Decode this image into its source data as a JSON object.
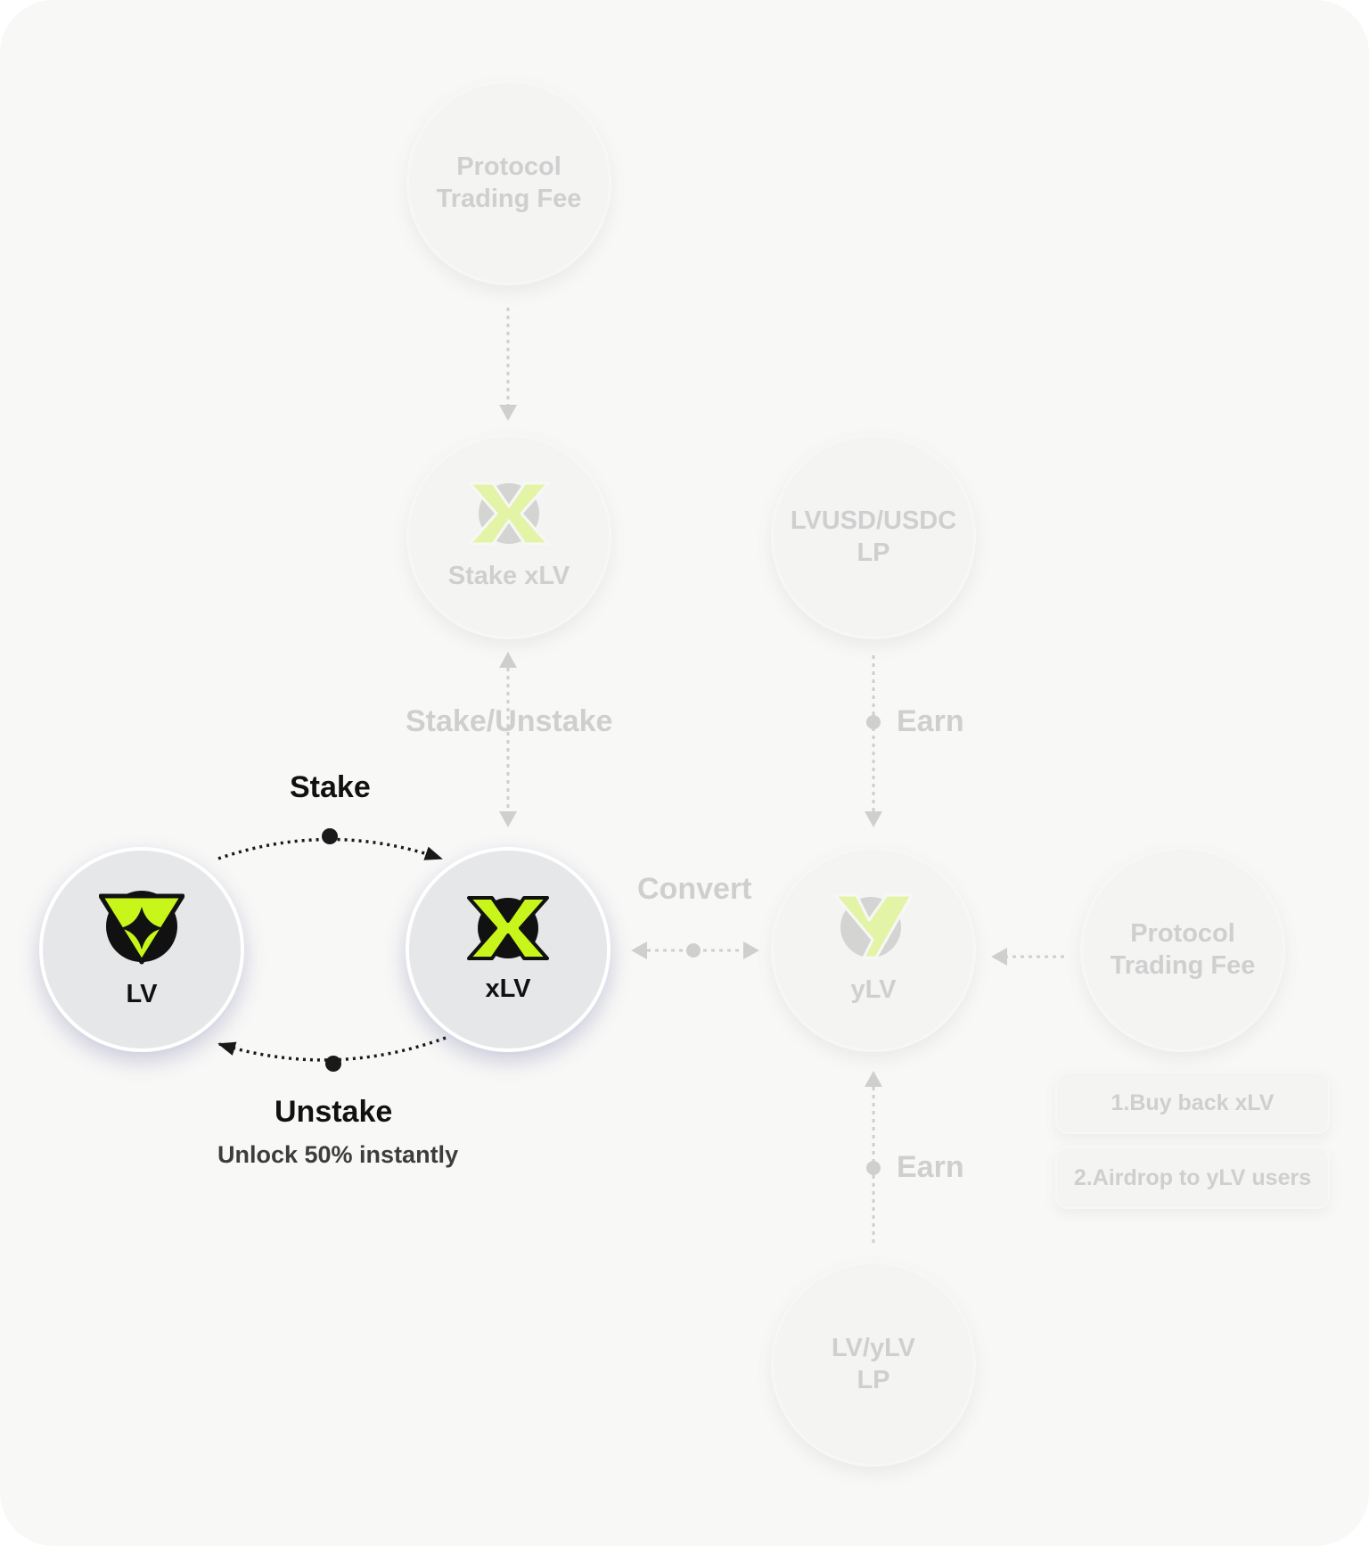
{
  "nodes": {
    "fee_top": {
      "line1": "Protocol",
      "line2": "Trading Fee"
    },
    "stake_xlv": {
      "label": "Stake xLV"
    },
    "lvusd_lp": {
      "line1": "LVUSD/USDC",
      "line2": "LP"
    },
    "lv": {
      "label": "LV"
    },
    "xlv": {
      "label": "xLV"
    },
    "ylv": {
      "label": "yLV"
    },
    "fee_right": {
      "line1": "Protocol",
      "line2": "Trading Fee"
    },
    "lv_ylv_lp": {
      "line1": "LV/yLV",
      "line2": "LP"
    }
  },
  "labels": {
    "stake_unstake": "Stake/Unstake",
    "earn_top": "Earn",
    "earn_bottom": "Earn",
    "stake": "Stake",
    "unstake": "Unstake",
    "unlock": "Unlock 50% instantly",
    "convert": "Convert"
  },
  "fee_uses": [
    "1.Buy back xLV",
    "2.Airdrop to yLV users"
  ],
  "colors": {
    "panel": "#f8f8f7",
    "accent_green": "#c8f51a",
    "faded_text": "#cfcfcf",
    "dark_text": "#111111",
    "active_node": "#e6e7e9",
    "faded_node": "#f4f4f3"
  },
  "icons": {
    "lv": "lv-logo-icon",
    "xlv": "xlv-logo-icon",
    "ylv": "ylv-logo-icon"
  }
}
